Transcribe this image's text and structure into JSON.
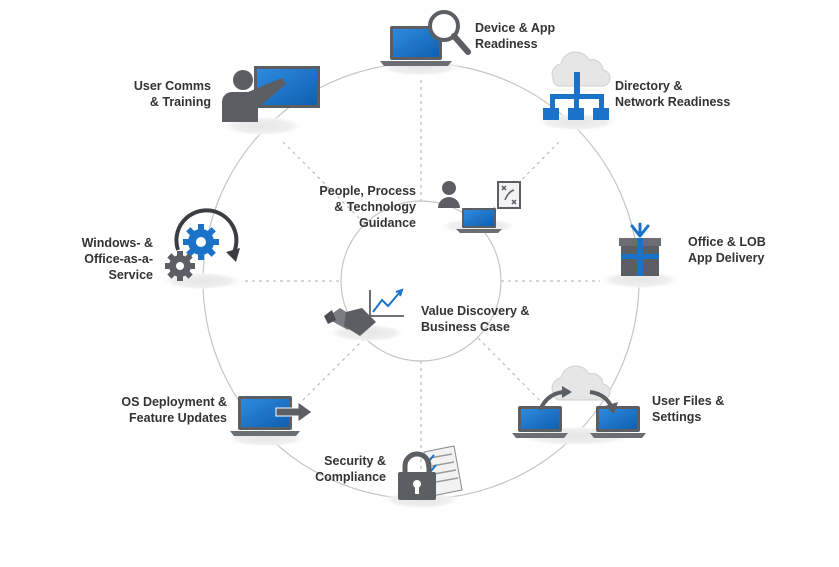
{
  "nodes": {
    "device_app": {
      "line1": "Device & App",
      "line2": "Readiness"
    },
    "directory": {
      "line1": "Directory &",
      "line2": "Network Readiness"
    },
    "office_lob": {
      "line1": "Office & LOB",
      "line2": "App Delivery"
    },
    "user_files": {
      "line1": "User Files &",
      "line2": "Settings"
    },
    "security": {
      "line1": "Security &",
      "line2": "Compliance"
    },
    "os_deploy": {
      "line1": "OS Deployment &",
      "line2": "Feature Updates"
    },
    "waas": {
      "line1": "Windows- &",
      "line2": "Office-as-a-",
      "line3": "Service"
    },
    "user_comms": {
      "line1": "User Comms",
      "line2": "& Training"
    },
    "people": {
      "line1": "People, Process",
      "line2": "& Technology",
      "line3": "Guidance"
    },
    "value": {
      "line1": "Value Discovery &",
      "line2": "Business Case"
    }
  },
  "colors": {
    "accent": "#1a73c8",
    "dark_gray": "#5b5e63",
    "ring": "#c8c8c8"
  }
}
